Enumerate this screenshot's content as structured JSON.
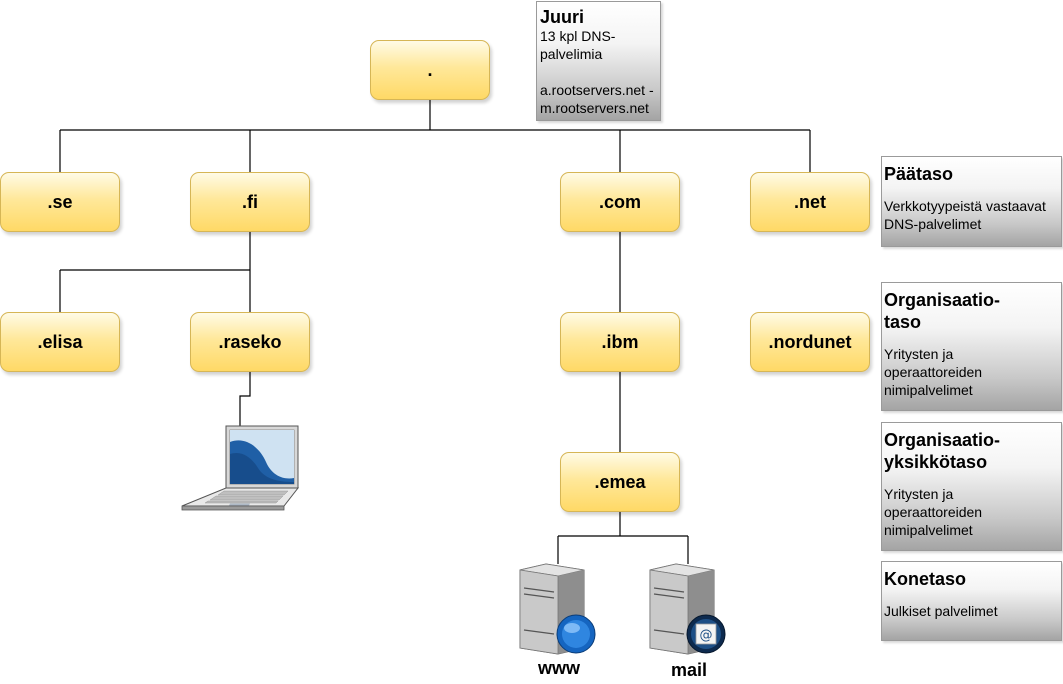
{
  "root": {
    "label": "."
  },
  "root_info": {
    "title": "Juuri",
    "line1": "13 kpl DNS-",
    "line2": "palvelimia",
    "line3": "a.rootservers.net -",
    "line4": "m.rootservers.net"
  },
  "top_level": [
    {
      "label": ".se"
    },
    {
      "label": ".fi"
    },
    {
      "label": ".com"
    },
    {
      "label": ".net"
    }
  ],
  "org_level": [
    {
      "label": ".elisa"
    },
    {
      "label": ".raseko"
    },
    {
      "label": ".ibm"
    },
    {
      "label": ".nordunet"
    }
  ],
  "unit_level": [
    {
      "label": ".emea"
    }
  ],
  "servers": [
    {
      "label": "www",
      "icon": "web-server-icon"
    },
    {
      "label": "mail",
      "icon": "mail-server-icon"
    }
  ],
  "laptop": {
    "icon": "laptop-icon"
  },
  "side_panels": [
    {
      "title": "Päätaso",
      "desc1": "Verkkotyypeistä vastaavat",
      "desc2": "DNS-palvelimet"
    },
    {
      "title1": "Organisaatio-",
      "title2": "taso",
      "desc1": "Yritysten ja",
      "desc2": "operaattoreiden",
      "desc3": "nimipalvelimet"
    },
    {
      "title1": "Organisaatio-",
      "title2": "yksikkötaso",
      "desc1": "Yritysten ja",
      "desc2": "operaattoreiden",
      "desc3": "nimipalvelimet"
    },
    {
      "title": "Konetaso",
      "desc1": "Julkiset palvelimet"
    }
  ],
  "colors": {
    "node_fill": "#ffd966",
    "node_border": "#d6b656",
    "panel_fill": "#c8c8c8",
    "line": "#000000"
  }
}
